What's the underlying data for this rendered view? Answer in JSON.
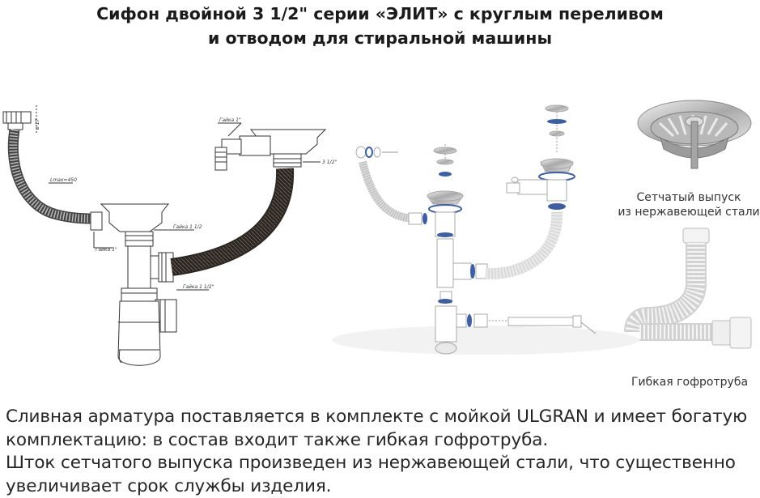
{
  "title": {
    "line1": "Сифон двойной 3 1/2\" серии «ЭЛИТ» с круглым переливом",
    "line2": "и отводом для стиральной машины"
  },
  "drawing_labels": {
    "gaika1_top": "Гайка 1\"",
    "gaika1_left": "Гайка 1\"",
    "gaika1half": "Гайка 1 1/2",
    "gaika1half_low": "Гайка 1 1/2\"",
    "hose_len": "Lmax=450",
    "pipe_size": "3 1/2\"",
    "dim_left": "ø 17"
  },
  "captions": {
    "strainer": [
      "Сетчатый выпуск",
      "из нержавеющей стали"
    ],
    "hose": "Гибкая гофротруба"
  },
  "description": [
    "Сливная арматура поставляется в комплекте с мойкой ULGRAN и имеет богатую",
    "комплектацию: в состав входит также гибкая гофротруба.",
    "Шток сетчатого выпуска произведен из нержавеющей стали, что существенно",
    "увеличивает срок службы изделия."
  ]
}
